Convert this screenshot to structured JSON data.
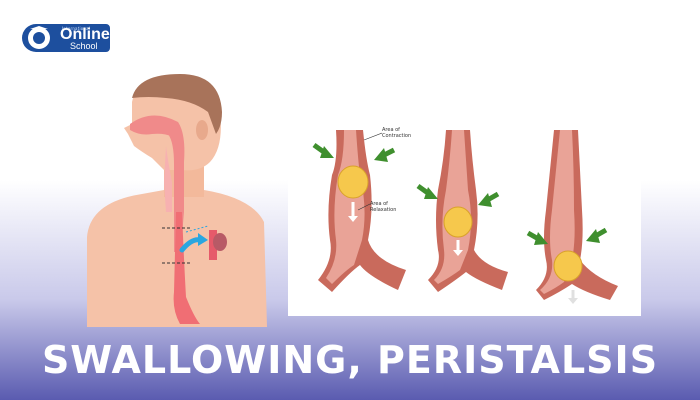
{
  "logo": {
    "small_text": "International",
    "main_text": "Online",
    "sub_text": "School",
    "brand_color": "#1d4f9e"
  },
  "diagram": {
    "label_contraction": "Area of Contraction",
    "label_relaxation": "Area of Relaxation",
    "colors": {
      "tube_outer": "#c96a5c",
      "tube_inner": "#e9a397",
      "bolus": "#f6c84c",
      "arrow": "#3f8f2e"
    }
  },
  "title": "SWALLOWING, PERISTALSIS"
}
